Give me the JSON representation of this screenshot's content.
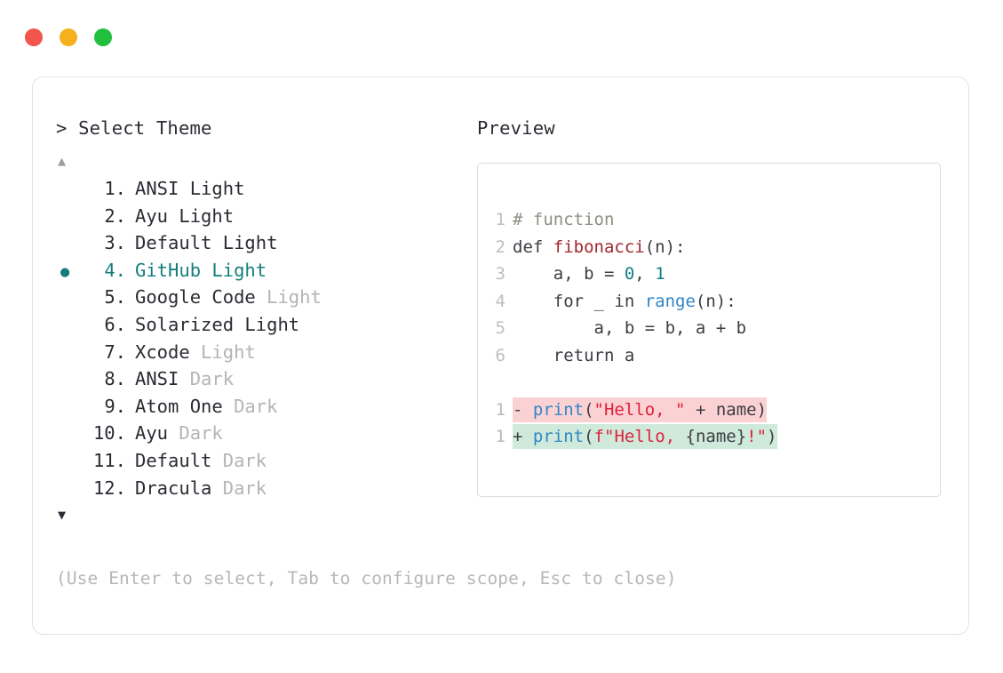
{
  "window": {
    "traffic_lights": [
      {
        "name": "close",
        "color": "#f1554c"
      },
      {
        "name": "minimize",
        "color": "#f5b01e"
      },
      {
        "name": "maximize",
        "color": "#22bf3f"
      }
    ]
  },
  "panel": {
    "prompt_symbol": ">",
    "title": "Select Theme",
    "title_line": "> Select Theme",
    "scroll_up_glyph": "▲",
    "scroll_down_glyph": "▼",
    "selected_index": 4,
    "bullet_glyph": "●",
    "accent_color": "#157e7c",
    "items": [
      {
        "number": "1.",
        "name": "ANSI Light",
        "variant": "",
        "selected": false
      },
      {
        "number": "2.",
        "name": "Ayu Light",
        "variant": "",
        "selected": false
      },
      {
        "number": "3.",
        "name": "Default Light",
        "variant": "",
        "selected": false
      },
      {
        "number": "4.",
        "name": "GitHub Light",
        "variant": "",
        "selected": true
      },
      {
        "number": "5.",
        "name": "Google Code",
        "variant": "Light",
        "selected": false
      },
      {
        "number": "6.",
        "name": "Solarized Light",
        "variant": "",
        "selected": false
      },
      {
        "number": "7.",
        "name": "Xcode",
        "variant": "Light",
        "selected": false
      },
      {
        "number": "8.",
        "name": "ANSI",
        "variant": "Dark",
        "selected": false
      },
      {
        "number": "9.",
        "name": "Atom One",
        "variant": "Dark",
        "selected": false
      },
      {
        "number": "10.",
        "name": "Ayu",
        "variant": "Dark",
        "selected": false
      },
      {
        "number": "11.",
        "name": "Default",
        "variant": "Dark",
        "selected": false
      },
      {
        "number": "12.",
        "name": "Dracula",
        "variant": "Dark",
        "selected": false
      }
    ]
  },
  "preview": {
    "title": "Preview",
    "code_lines": [
      {
        "number": "1",
        "tokens": [
          {
            "text": "# function",
            "type": "comment"
          }
        ]
      },
      {
        "number": "2",
        "tokens": [
          {
            "text": "def ",
            "type": "kw"
          },
          {
            "text": "fibonacci",
            "type": "fn"
          },
          {
            "text": "(n):",
            "type": "plain"
          }
        ]
      },
      {
        "number": "3",
        "tokens": [
          {
            "text": "    a, b = ",
            "type": "plain"
          },
          {
            "text": "0",
            "type": "num"
          },
          {
            "text": ", ",
            "type": "plain"
          },
          {
            "text": "1",
            "type": "num"
          }
        ]
      },
      {
        "number": "4",
        "tokens": [
          {
            "text": "    for _ in ",
            "type": "plain"
          },
          {
            "text": "range",
            "type": "builtin"
          },
          {
            "text": "(n):",
            "type": "plain"
          }
        ]
      },
      {
        "number": "5",
        "tokens": [
          {
            "text": "        a, b = b, a + b",
            "type": "plain"
          }
        ]
      },
      {
        "number": "6",
        "tokens": [
          {
            "text": "    return a",
            "type": "plain"
          }
        ]
      }
    ],
    "diff_lines": [
      {
        "number": "1",
        "sign": "-",
        "kind": "del",
        "tokens": [
          {
            "text": "print",
            "type": "builtin"
          },
          {
            "text": "(",
            "type": "plain"
          },
          {
            "text": "\"Hello, \"",
            "type": "str"
          },
          {
            "text": " + name)",
            "type": "plain"
          }
        ]
      },
      {
        "number": "1",
        "sign": "+",
        "kind": "add",
        "tokens": [
          {
            "text": "print",
            "type": "builtin"
          },
          {
            "text": "(",
            "type": "plain"
          },
          {
            "text": "f",
            "type": "fprefix"
          },
          {
            "text": "\"Hello, ",
            "type": "str"
          },
          {
            "text": "{name}",
            "type": "plain"
          },
          {
            "text": "!\"",
            "type": "str"
          },
          {
            "text": ")",
            "type": "plain"
          }
        ]
      }
    ],
    "diff_colors": {
      "deleted_background": "#fbd2d3",
      "added_background": "#cfeadb"
    }
  },
  "footer": {
    "hint": "(Use Enter to select, Tab to configure scope, Esc to close)"
  }
}
